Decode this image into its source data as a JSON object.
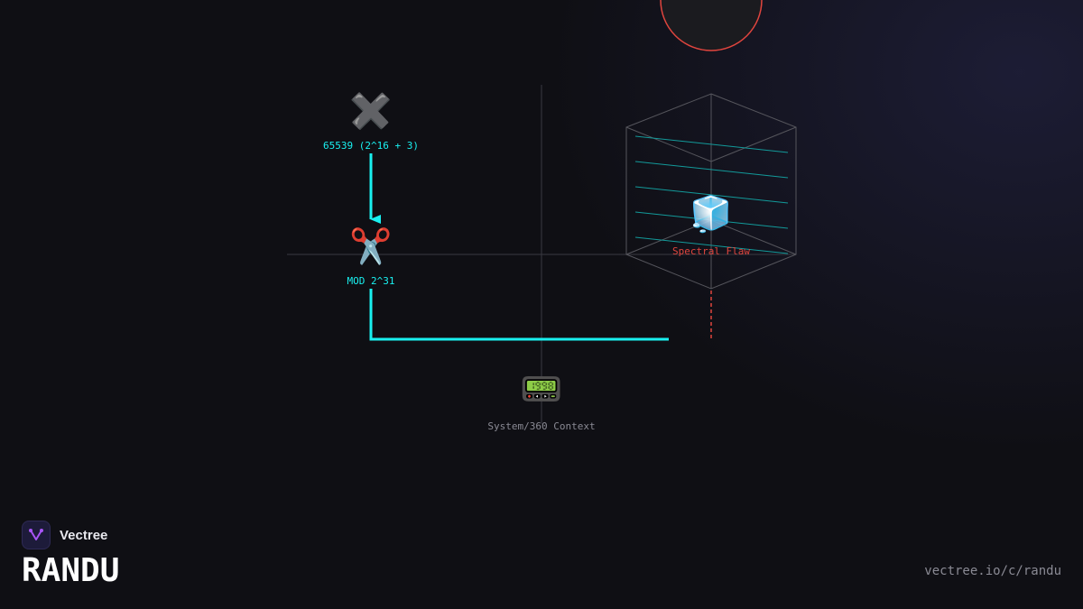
{
  "colors": {
    "background": "#0f0f14",
    "accent_cyan": "#19f0f0",
    "accent_red": "#e0453e",
    "grid_line": "#3a3a42",
    "muted_text": "#8a8a94"
  },
  "nodes": {
    "multiplier": {
      "icon": "✖️",
      "icon_name": "multiply-icon",
      "label": "65539 (2^16 + 3)"
    },
    "modulus": {
      "icon": "✂️",
      "icon_name": "scissors-icon",
      "label": "MOD 2^31"
    },
    "flaw": {
      "icon": "🧊",
      "icon_name": "ice-cube-icon",
      "label": "Spectral Flaw"
    },
    "context": {
      "icon": "📟",
      "icon_name": "pager-icon",
      "label": "System/360 Context"
    }
  },
  "brand": {
    "name": "Vectree",
    "logo_icon": "vectree-logo-icon"
  },
  "title": "RANDU",
  "url": "vectree.io/c/randu"
}
